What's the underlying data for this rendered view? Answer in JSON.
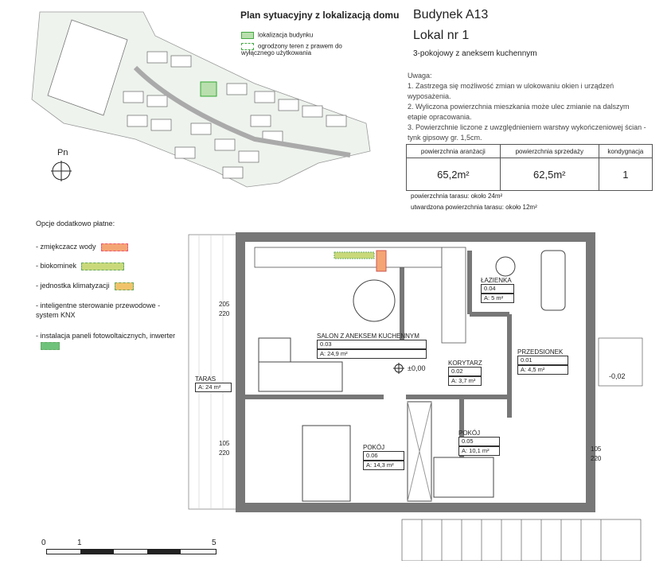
{
  "site_plan": {
    "title": "Plan sytuacyjny z lokalizacją domu",
    "legend": [
      {
        "label": "lokalizacja budynku",
        "color": "#b9dfae"
      },
      {
        "label": "ogrodzony teren z prawem do wyłącznego użytkowania",
        "color": "#ffffff"
      }
    ],
    "north_label": "Pn"
  },
  "header": {
    "building": "Budynek  A13",
    "unit": "Lokal nr  1",
    "description": "3-pokojowy z aneksem kuchennym"
  },
  "notes": {
    "title": "Uwaga:",
    "items": [
      "1. Zastrzega się możliwość zmian w ulokowaniu okien i urządzeń wyposażenia.",
      "2. Wyliczona powierzchnia mieszkania może ulec zmianie na dalszym etapie opracowania.",
      "3. Powierzchnie liczone z uwzględnieniem warstwy wykończeniowej ścian - tynk gipsowy gr. 1,5cm."
    ]
  },
  "area_table": {
    "headers": [
      "powierzchnia aranżacji",
      "powierzchnia sprzedaży",
      "kondygnacja"
    ],
    "values": [
      "65,2m²",
      "62,5m²",
      "1"
    ]
  },
  "terrace_notes": [
    "powierzchnia tarasu: około 24m²",
    "utwardzona powierzchnia tarasu: około 12m²"
  ],
  "options": {
    "title": "Opcje dodatkowo płatne:",
    "items": [
      {
        "label": "- zmiękczacz wody",
        "color": "#f4a574"
      },
      {
        "label": "- biokominek",
        "color": "#c9d97a"
      },
      {
        "label": "- jednostka klimatyzacji",
        "color": "#f0c36a"
      },
      {
        "label": "- inteligentne sterowanie przewodowe - system KNX",
        "color": ""
      },
      {
        "label": "- instalacja paneli fotowoltaicznych, inwerter",
        "color": "#6fc27a"
      }
    ]
  },
  "rooms": [
    {
      "name": "SALON Z ANEKSEM KUCHENNYM",
      "num": "0.03",
      "area": "A: 24,9 m²"
    },
    {
      "name": "ŁAZIENKA",
      "num": "0.04",
      "area": "A: 5 m²"
    },
    {
      "name": "PRZEDSIONEK",
      "num": "0.01",
      "area": "A: 4,5 m²"
    },
    {
      "name": "KORYTARZ",
      "num": "0.02",
      "area": "A: 3,7 m²"
    },
    {
      "name": "POKÓJ",
      "num": "0.05",
      "area": "A: 10,1 m²"
    },
    {
      "name": "POKÓJ",
      "num": "0.06",
      "area": "A: 14,3 m²"
    }
  ],
  "terrace": {
    "name": "TARAS",
    "area": "A: 24 m²"
  },
  "levels": {
    "main": "±0,00",
    "entry": "-0,02"
  },
  "window_dims": {
    "w1": "205",
    "h1": "220",
    "w2": "105",
    "h2": "220",
    "w3": "105",
    "h3": "220"
  },
  "scale": {
    "labels": [
      "0",
      "1",
      "5"
    ]
  }
}
